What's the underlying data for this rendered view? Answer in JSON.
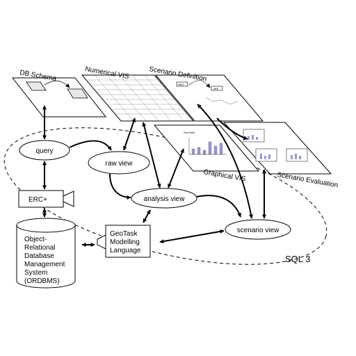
{
  "sheets": {
    "db_schema": "DB Schema",
    "numerical_vis": "Numerical VIS",
    "scenario_definition": "Scenario Definition",
    "graphical_vis": "Graphical VIS",
    "scenario_evaluation": "Scenario Evaluation"
  },
  "nodes": {
    "query": "query",
    "raw_view": "raw view",
    "analysis_view": "analysis view",
    "scenario_view": "scenario view",
    "erc_plus": "ERC+",
    "ordbms": [
      "Object-",
      "Relational",
      "Database",
      "Management",
      "System",
      "(ORDBMS)"
    ],
    "geotask": [
      "GeoTask",
      "Modelling",
      "Language"
    ]
  },
  "region_label": "SQL 3",
  "sheet_thumbnails": {
    "scenario_definition": [
      "NEG",
      "MIE"
    ],
    "graphical_vis_title": "GeoTask"
  }
}
